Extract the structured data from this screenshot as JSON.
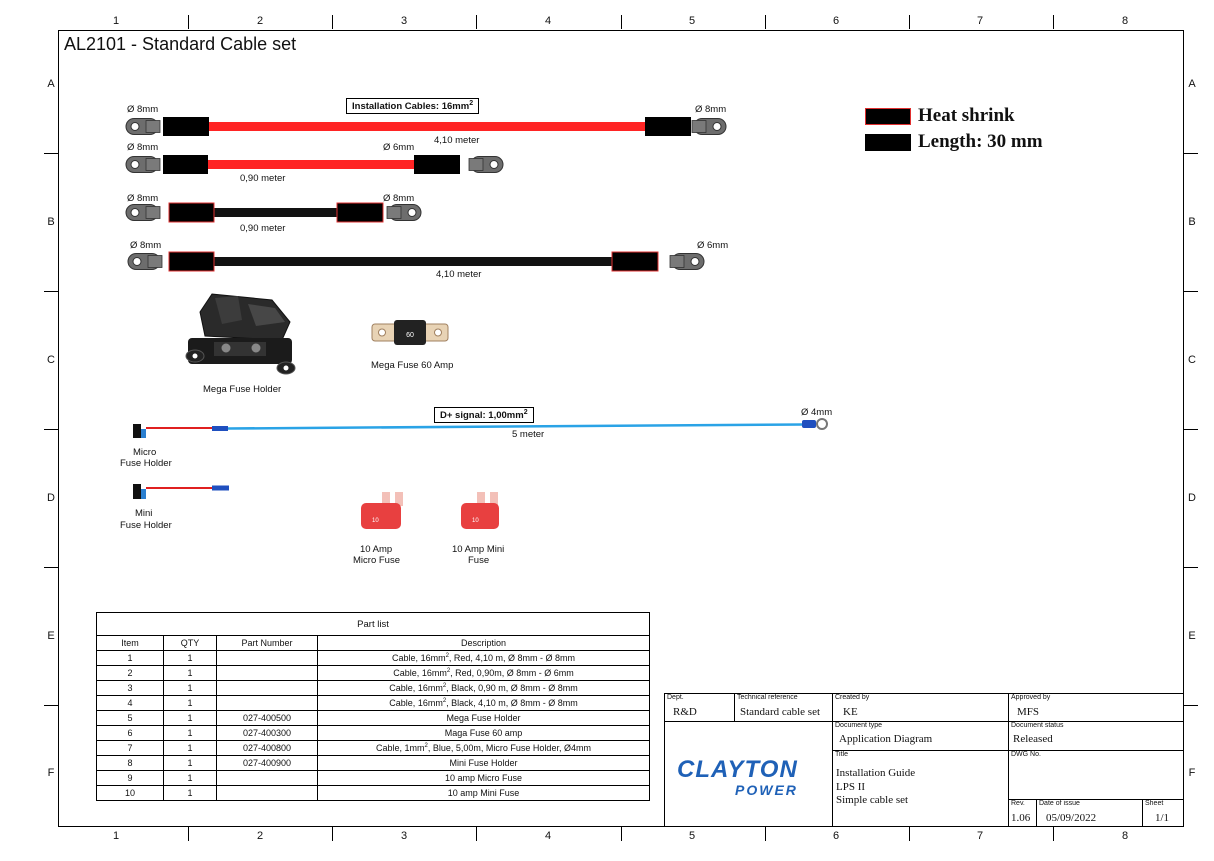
{
  "drawing_title": "AL2101 - Standard Cable set",
  "zones": {
    "columns": [
      "1",
      "2",
      "3",
      "4",
      "5",
      "6",
      "7",
      "8"
    ],
    "rows": [
      "A",
      "B",
      "C",
      "D",
      "E",
      "F"
    ]
  },
  "legend": {
    "line1": "Heat shrink",
    "line2": "Length: 30 mm",
    "colors": {
      "heat_shrink": "#000000",
      "outline": "#e03030"
    }
  },
  "cables": {
    "header": "Installation Cables: 16mm",
    "header_sup": "2",
    "c1": {
      "left": "Ø 8mm",
      "right": "Ø 8mm",
      "length": "4,10 meter",
      "color": "#ff2424"
    },
    "c2": {
      "left": "Ø 8mm",
      "right": "Ø 6mm",
      "length": "0,90 meter",
      "color": "#ff2424"
    },
    "c3": {
      "left": "Ø 8mm",
      "right": "Ø 8mm",
      "length": "0,90 meter",
      "color": "#111111"
    },
    "c4": {
      "left": "Ø 8mm",
      "right": "Ø 6mm",
      "length": "4,10 meter",
      "color": "#111111"
    }
  },
  "components": {
    "mega_fuse_holder": "Mega Fuse Holder",
    "mega_fuse": "Mega Fuse 60 Amp",
    "micro_fuse_holder_1": "Micro",
    "micro_fuse_holder_2": "Fuse Holder",
    "mini_fuse_holder_1": "Mini",
    "mini_fuse_holder_2": "Fuse Holder",
    "micro_fuse_1": "10 Amp",
    "micro_fuse_2": "Micro Fuse",
    "mini_fuse_1": "10 Amp Mini",
    "mini_fuse_2": "Fuse",
    "mega_fuse_print": "60",
    "blade_fuse_print": "10"
  },
  "signal": {
    "header": "D+ signal: 1,00mm",
    "header_sup": "2",
    "end": "Ø 4mm",
    "length": "5 meter",
    "color": "#2aa3e6"
  },
  "part_list": {
    "title": "Part list",
    "columns": [
      "Item",
      "QTY",
      "Part Number",
      "Description"
    ],
    "rows": [
      [
        "1",
        "1",
        "",
        "Cable, 16mm",
        "2",
        ", Red, 4,10 m, Ø 8mm - Ø 8mm"
      ],
      [
        "2",
        "1",
        "",
        "Cable, 16mm",
        "2",
        ", Red, 0,90m, Ø 8mm - Ø 6mm"
      ],
      [
        "3",
        "1",
        "",
        "Cable, 16mm",
        "2",
        ", Black, 0,90 m, Ø 8mm - Ø 8mm"
      ],
      [
        "4",
        "1",
        "",
        "Cable, 16mm",
        "2",
        ", Black, 4,10 m, Ø 8mm - Ø 8mm"
      ],
      [
        "5",
        "1",
        "027-400500",
        "Mega Fuse Holder",
        "",
        ""
      ],
      [
        "6",
        "1",
        "027-400300",
        "Maga Fuse 60 amp",
        "",
        ""
      ],
      [
        "7",
        "1",
        "027-400800",
        "Cable, 1mm",
        "2",
        ", Blue, 5,00m, Micro Fuse Holder, Ø4mm"
      ],
      [
        "8",
        "1",
        "027-400900",
        "Mini Fuse Holder",
        "",
        ""
      ],
      [
        "9",
        "1",
        "",
        "10 amp Micro Fuse",
        "",
        ""
      ],
      [
        "10",
        "1",
        "",
        "10 amp Mini Fuse",
        "",
        ""
      ]
    ]
  },
  "title_block": {
    "dept_cap": "Dept.",
    "dept": "R&D",
    "tech_ref_cap": "Technical reference",
    "tech_ref": "Standard cable set",
    "created_cap": "Created by",
    "created": "KE",
    "approved_cap": "Approved by",
    "approved": "MFS",
    "doc_type_cap": "Document type",
    "doc_type": "Application Diagram",
    "doc_status_cap": "Document status",
    "doc_status": "Released",
    "title_cap": "Title",
    "title_1": "Installation Guide",
    "title_2": "LPS II",
    "title_3": "Simple cable set",
    "dwg_cap": "DWG No.",
    "rev_cap": "Rev.",
    "rev": "1.06",
    "date_cap": "Date of issue",
    "date": "05/09/2022",
    "sheet_cap": "Sheet",
    "sheet": "1/1",
    "logo_1": "CLAYTON",
    "logo_2": "POWER",
    "logo_color": "#1f61b7"
  }
}
